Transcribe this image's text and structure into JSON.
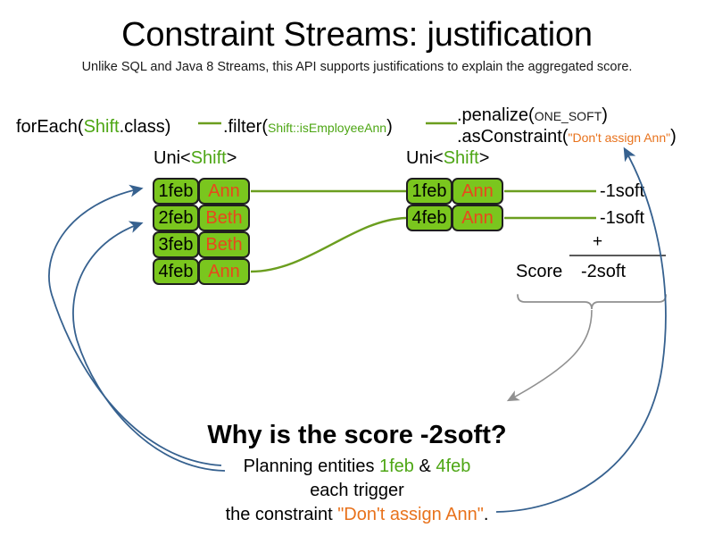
{
  "slide": {
    "title": "Constraint Streams: justification",
    "subtitle": "Unlike SQL and Java 8 Streams, this API supports justifications to explain the aggregated score."
  },
  "colors": {
    "card_green": "#7ac61e",
    "text_green": "#4da614",
    "name_orange": "#e8481c",
    "string_orange": "#e8721c",
    "connector_green": "#6b9e1f",
    "arrow_blue": "#36618f",
    "arrow_gray": "#909090",
    "card_border": "#1f1f1f"
  },
  "code": {
    "foreach": {
      "prefix": "forEach(",
      "type": "Shift",
      "suffix": ".class)"
    },
    "filter": {
      "prefix": ".filter(",
      "arg": "Shift::isEmployeeAnn",
      "suffix": ")"
    },
    "penalize": {
      "prefix": ".penalize(",
      "arg": "ONE_SOFT",
      "suffix": ")"
    },
    "as_constraint": {
      "prefix": ".asConstraint(",
      "arg": "\"Don't assign Ann\"",
      "suffix": ")"
    }
  },
  "streams": {
    "left": {
      "type_label_prefix": "Uni<",
      "type_label_generic": "Shift",
      "type_label_suffix": ">",
      "rows": [
        {
          "date": "1feb",
          "name": "Ann"
        },
        {
          "date": "2feb",
          "name": "Beth"
        },
        {
          "date": "3feb",
          "name": "Beth"
        },
        {
          "date": "4feb",
          "name": "Ann"
        }
      ]
    },
    "right": {
      "type_label_prefix": "Uni<",
      "type_label_generic": "Shift",
      "type_label_suffix": ">",
      "rows": [
        {
          "date": "1feb",
          "name": "Ann",
          "score": "-1soft"
        },
        {
          "date": "4feb",
          "name": "Ann",
          "score": "-1soft"
        }
      ]
    }
  },
  "score": {
    "plus": "+",
    "label": "Score",
    "total": "-2soft"
  },
  "explanation": {
    "heading": "Why is the score -2soft?",
    "line1_prefix": "Planning entities ",
    "line1_entity_a": "1feb",
    "line1_conjunction": " & ",
    "line1_entity_b": "4feb",
    "line2": "each trigger",
    "line3_prefix": "the constraint ",
    "line3_constraint": "\"Don't assign Ann\"",
    "line3_suffix": "."
  }
}
